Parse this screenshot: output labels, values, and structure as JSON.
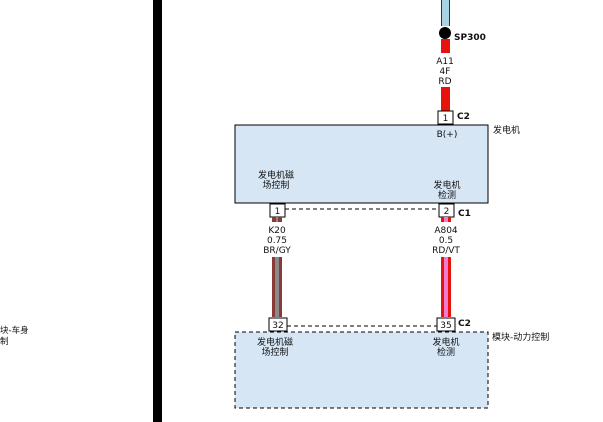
{
  "left_cut_label": {
    "line1": "块-车身",
    "line2": "制"
  },
  "splice": {
    "name": "SP300"
  },
  "wire_top": {
    "circuit": "A11",
    "size": "4F",
    "color": "RD",
    "stripe_color": "#e8120c"
  },
  "generator": {
    "name": "发电机",
    "conn_top": {
      "name": "C2",
      "pin": "1",
      "label": "B(+)"
    },
    "field_label": {
      "line1": "发电机磁",
      "line2": "场控制"
    },
    "sense_label": {
      "line1": "发电机",
      "line2": "检测"
    },
    "conn_bottom": {
      "name": "C1",
      "pin_left": "1",
      "pin_right": "2"
    }
  },
  "wire_left": {
    "circuit": "K20",
    "size": "0.75",
    "color": "BR/GY",
    "main_color": "#8b3a3a",
    "stripe_color": "#8a8a8a"
  },
  "wire_right": {
    "circuit": "A804",
    "size": "0.5",
    "color": "RD/VT",
    "main_color": "#e8120c",
    "stripe_color": "#f07bd0"
  },
  "pcm": {
    "name": "模块-动力控制",
    "conn": {
      "name": "C2",
      "pin_left": "32",
      "pin_right": "35"
    },
    "field_label": {
      "line1": "发电机磁",
      "line2": "场控制"
    },
    "sense_label": {
      "line1": "发电机",
      "line2": "检测"
    }
  },
  "colors": {
    "module_fill": "#d6e6f5",
    "wire_top_cyan": "#a9d4e3",
    "ground_bar": "#000000"
  }
}
